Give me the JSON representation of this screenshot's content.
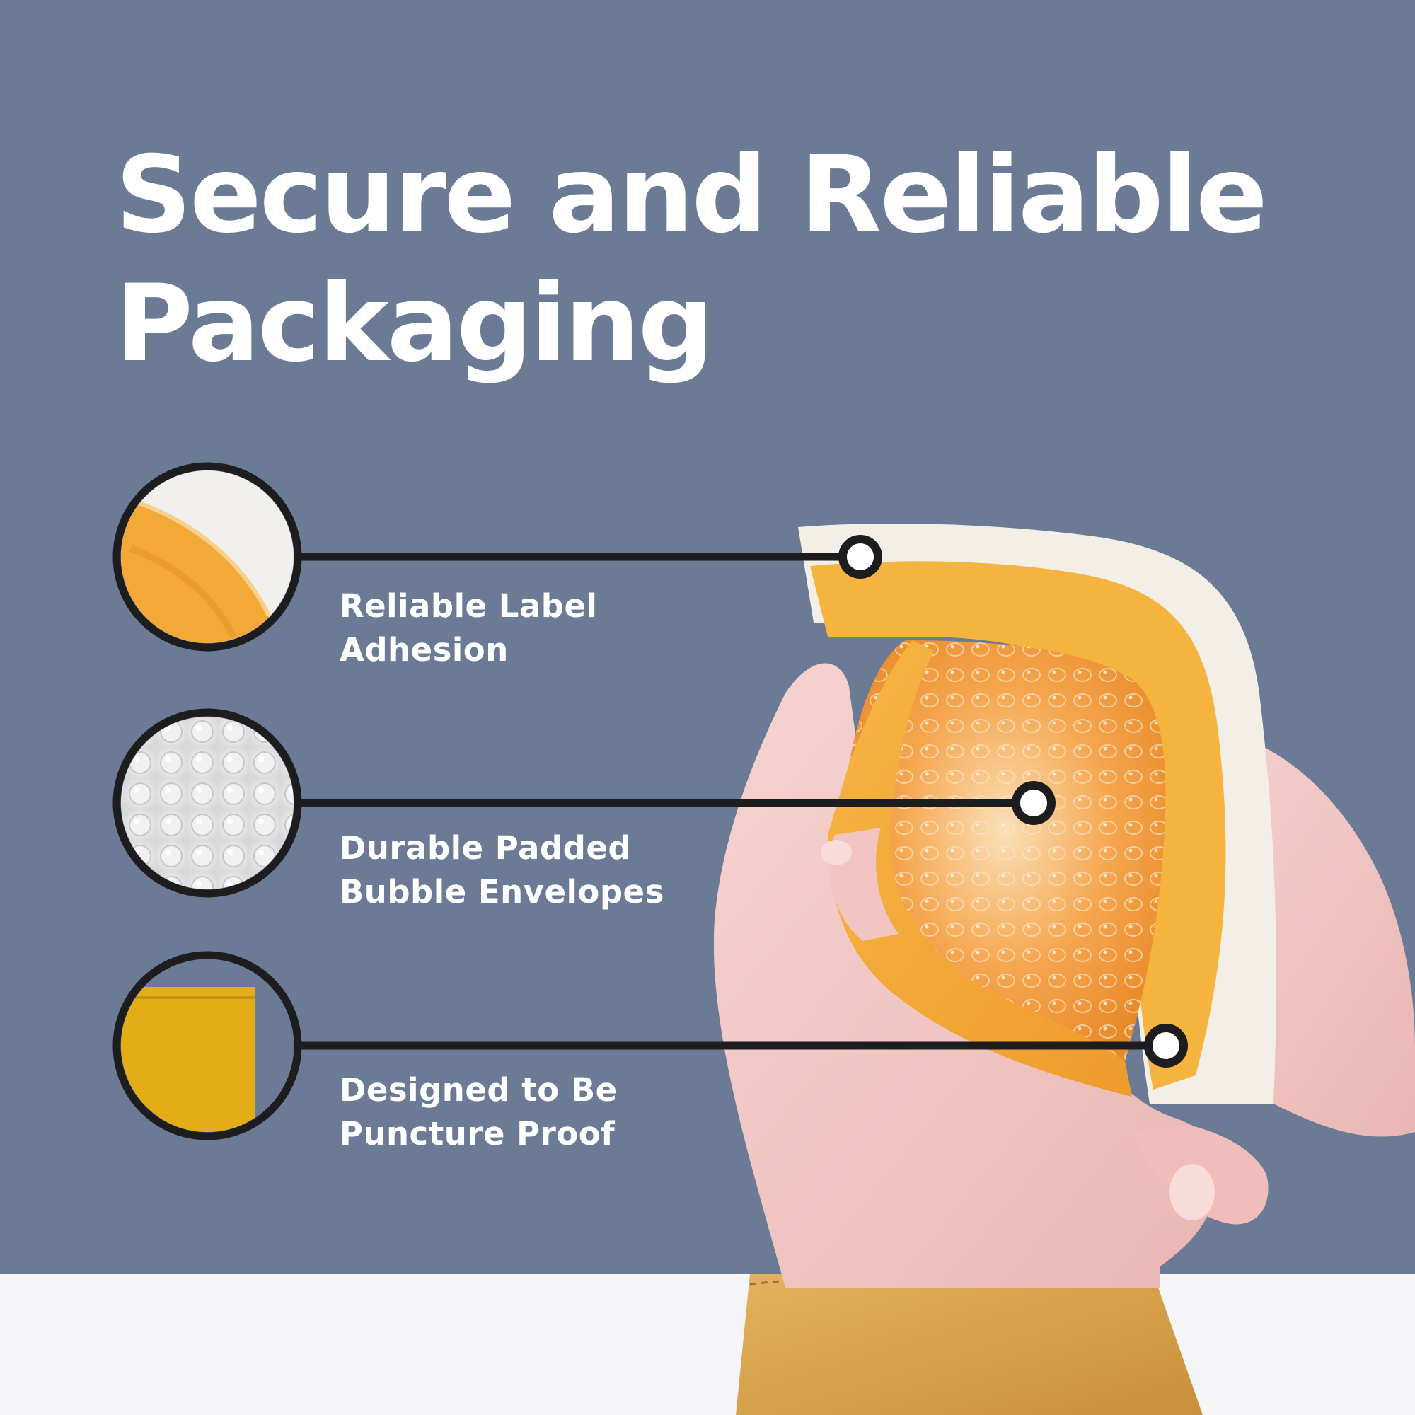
{
  "headline": {
    "line1": "Secure and Reliable",
    "line2": "Packaging"
  },
  "features": [
    {
      "line1": "Reliable Label",
      "line2": "Adhesion",
      "thumbnail": "label-adhesion-closeup"
    },
    {
      "line1": "Durable Padded",
      "line2": "Bubble Envelopes",
      "thumbnail": "bubble-wrap-closeup"
    },
    {
      "line1": "Designed to Be",
      "line2": "Puncture Proof",
      "thumbnail": "yellow-envelope-closeup"
    }
  ],
  "colors": {
    "background": "#6c7b95",
    "floor": "#f5f5f8",
    "text": "#ffffff",
    "line": "#1d1d1f",
    "envelope": "#f3b63a",
    "skin": "#f2c7c6",
    "sleeve": "#d7a24a"
  }
}
